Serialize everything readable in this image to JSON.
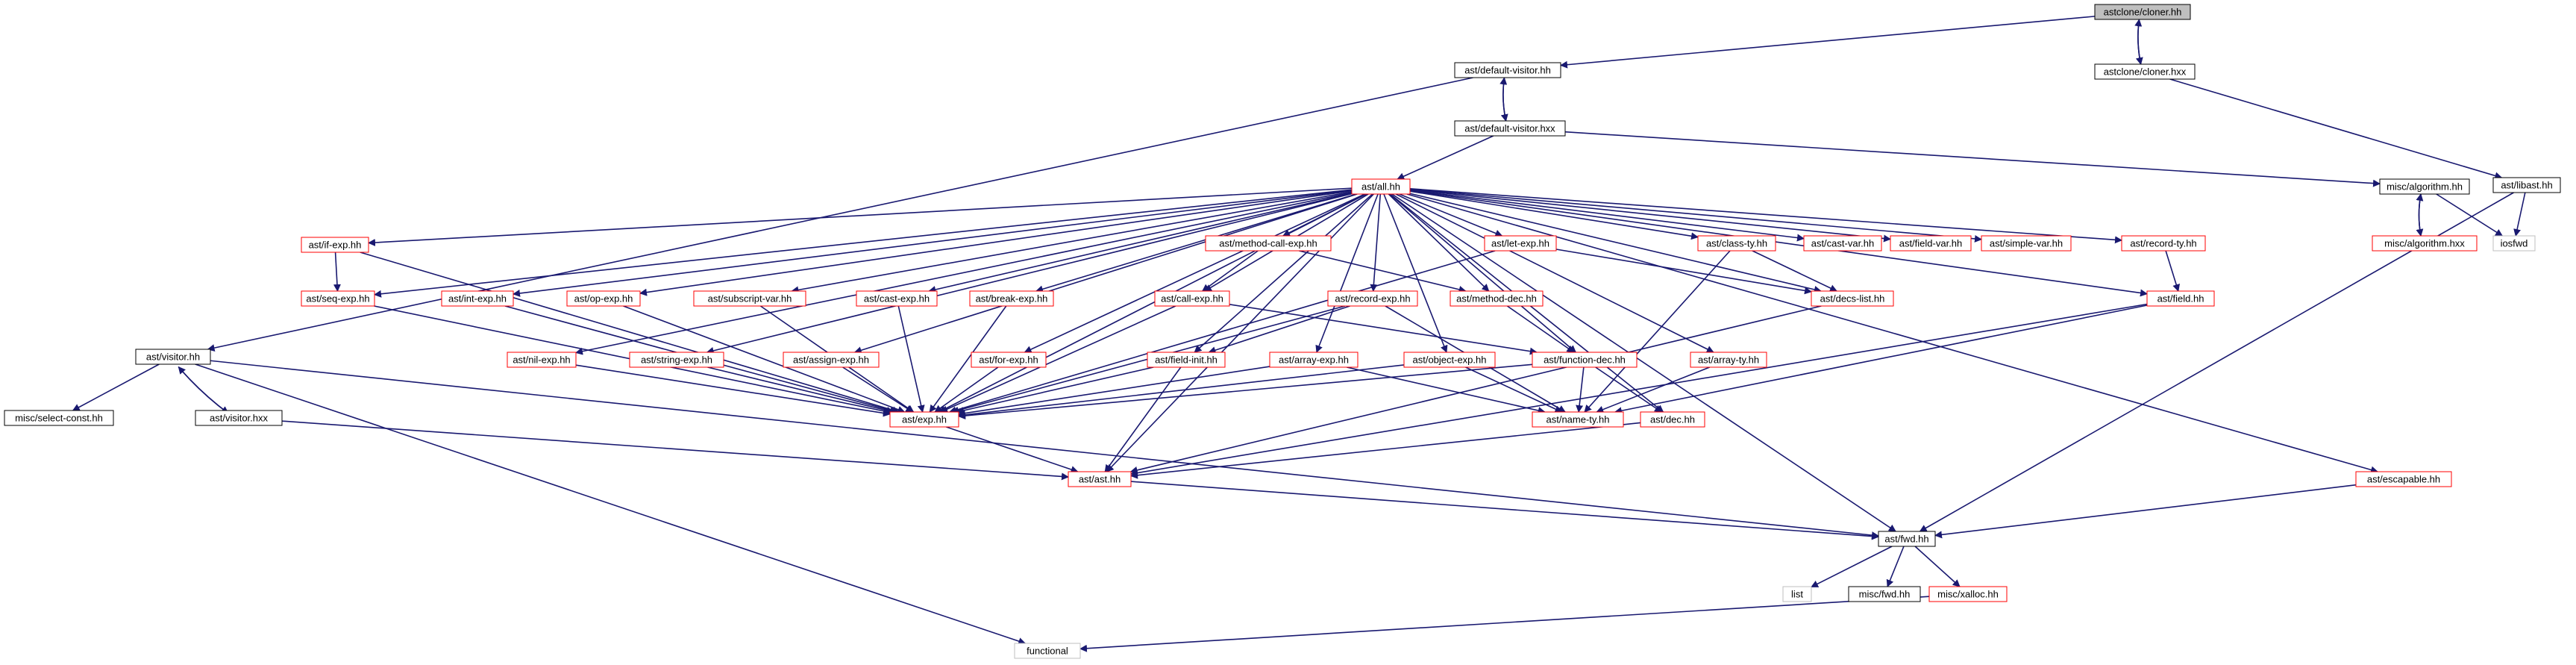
{
  "colors": {
    "edge": "#191970",
    "black_node": "#000000",
    "red_node": "#ff0000",
    "gray_node": "#bfbfbf",
    "highlight_fill": "#bfbfbf"
  },
  "nodes": [
    {
      "id": "cloner_hh",
      "label": "astclone/cloner.hh",
      "kind": "highlight"
    },
    {
      "id": "cloner_hxx",
      "label": "astclone/cloner.hxx",
      "kind": "black"
    },
    {
      "id": "defvis_hh",
      "label": "ast/default-visitor.hh",
      "kind": "black"
    },
    {
      "id": "defvis_hxx",
      "label": "ast/default-visitor.hxx",
      "kind": "black"
    },
    {
      "id": "libast",
      "label": "ast/libast.hh",
      "kind": "black"
    },
    {
      "id": "all",
      "label": "ast/all.hh",
      "kind": "red"
    },
    {
      "id": "malgo_hh",
      "label": "misc/algorithm.hh",
      "kind": "black"
    },
    {
      "id": "malgo_hxx",
      "label": "misc/algorithm.hxx",
      "kind": "red"
    },
    {
      "id": "iosfwd",
      "label": "iosfwd",
      "kind": "gray"
    },
    {
      "id": "ifexp",
      "label": "ast/if-exp.hh",
      "kind": "red"
    },
    {
      "id": "mcallexp",
      "label": "ast/method-call-exp.hh",
      "kind": "red"
    },
    {
      "id": "letexp",
      "label": "ast/let-exp.hh",
      "kind": "red"
    },
    {
      "id": "classty",
      "label": "ast/class-ty.hh",
      "kind": "red"
    },
    {
      "id": "castvar",
      "label": "ast/cast-var.hh",
      "kind": "red"
    },
    {
      "id": "fieldvar",
      "label": "ast/field-var.hh",
      "kind": "red"
    },
    {
      "id": "simplevar",
      "label": "ast/simple-var.hh",
      "kind": "red"
    },
    {
      "id": "recordty",
      "label": "ast/record-ty.hh",
      "kind": "red"
    },
    {
      "id": "seqexp",
      "label": "ast/seq-exp.hh",
      "kind": "red"
    },
    {
      "id": "intexp",
      "label": "ast/int-exp.hh",
      "kind": "red"
    },
    {
      "id": "opexp",
      "label": "ast/op-exp.hh",
      "kind": "red"
    },
    {
      "id": "subvar",
      "label": "ast/subscript-var.hh",
      "kind": "red"
    },
    {
      "id": "castexp",
      "label": "ast/cast-exp.hh",
      "kind": "red"
    },
    {
      "id": "breakexp",
      "label": "ast/break-exp.hh",
      "kind": "red"
    },
    {
      "id": "callexp",
      "label": "ast/call-exp.hh",
      "kind": "red"
    },
    {
      "id": "recordexp",
      "label": "ast/record-exp.hh",
      "kind": "red"
    },
    {
      "id": "methoddec",
      "label": "ast/method-dec.hh",
      "kind": "red"
    },
    {
      "id": "decslist",
      "label": "ast/decs-list.hh",
      "kind": "red"
    },
    {
      "id": "field",
      "label": "ast/field.hh",
      "kind": "red"
    },
    {
      "id": "visitor_hh",
      "label": "ast/visitor.hh",
      "kind": "black"
    },
    {
      "id": "visitor_hxx",
      "label": "ast/visitor.hxx",
      "kind": "black"
    },
    {
      "id": "selconst",
      "label": "misc/select-const.hh",
      "kind": "black"
    },
    {
      "id": "nilexp",
      "label": "ast/nil-exp.hh",
      "kind": "red"
    },
    {
      "id": "stringexp",
      "label": "ast/string-exp.hh",
      "kind": "red"
    },
    {
      "id": "assignexp",
      "label": "ast/assign-exp.hh",
      "kind": "red"
    },
    {
      "id": "forexp",
      "label": "ast/for-exp.hh",
      "kind": "red"
    },
    {
      "id": "fieldinit",
      "label": "ast/field-init.hh",
      "kind": "red"
    },
    {
      "id": "arrayexp",
      "label": "ast/array-exp.hh",
      "kind": "red"
    },
    {
      "id": "objectexp",
      "label": "ast/object-exp.hh",
      "kind": "red"
    },
    {
      "id": "funcdec",
      "label": "ast/function-dec.hh",
      "kind": "red"
    },
    {
      "id": "arrayty",
      "label": "ast/array-ty.hh",
      "kind": "red"
    },
    {
      "id": "exp",
      "label": "ast/exp.hh",
      "kind": "red"
    },
    {
      "id": "namety",
      "label": "ast/name-ty.hh",
      "kind": "red"
    },
    {
      "id": "dec",
      "label": "ast/dec.hh",
      "kind": "red"
    },
    {
      "id": "ast",
      "label": "ast/ast.hh",
      "kind": "red"
    },
    {
      "id": "escapable",
      "label": "ast/escapable.hh",
      "kind": "red"
    },
    {
      "id": "fwd",
      "label": "ast/fwd.hh",
      "kind": "black"
    },
    {
      "id": "list",
      "label": "list",
      "kind": "gray"
    },
    {
      "id": "miscfwd",
      "label": "misc/fwd.hh",
      "kind": "black"
    },
    {
      "id": "xalloc",
      "label": "misc/xalloc.hh",
      "kind": "red"
    },
    {
      "id": "functional",
      "label": "functional",
      "kind": "gray"
    }
  ]
}
